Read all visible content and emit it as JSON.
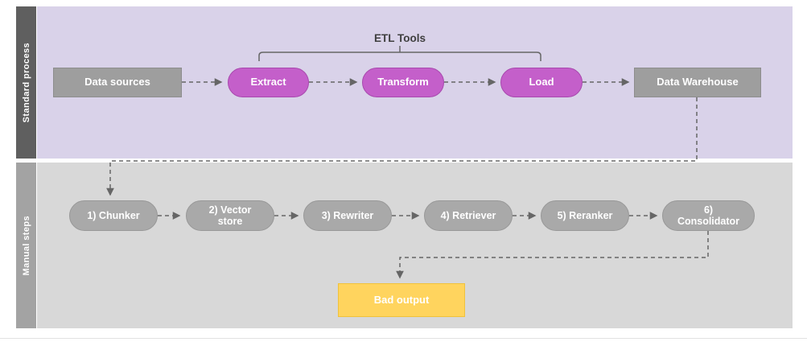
{
  "sections": {
    "standard": {
      "label": "Standard process"
    },
    "manual": {
      "label": "Manual steps"
    }
  },
  "etl_bracket": {
    "label": "ETL Tools"
  },
  "standard_flow": {
    "data_sources": {
      "label": "Data sources"
    },
    "extract": {
      "label": "Extract"
    },
    "transform": {
      "label": "Transform"
    },
    "load": {
      "label": "Load"
    },
    "data_warehouse": {
      "label": "Data Warehouse"
    }
  },
  "manual_steps": [
    {
      "label": "1) Chunker"
    },
    {
      "label": "2) Vector store"
    },
    {
      "label": "3) Rewriter"
    },
    {
      "label": "4) Retriever"
    },
    {
      "label": "5) Reranker"
    },
    {
      "label": "6) Consolidator"
    }
  ],
  "result": {
    "bad_output": {
      "label": "Bad output"
    }
  },
  "colors": {
    "standard_band": "#d9d2e9",
    "standard_sidebar": "#5f5f5f",
    "manual_band": "#d8d8d8",
    "manual_sidebar": "#a3a3a3",
    "gray_node": "#9e9e9e",
    "purple_node": "#c45fca",
    "yellow_node": "#ffd45e",
    "connector": "#666666"
  }
}
